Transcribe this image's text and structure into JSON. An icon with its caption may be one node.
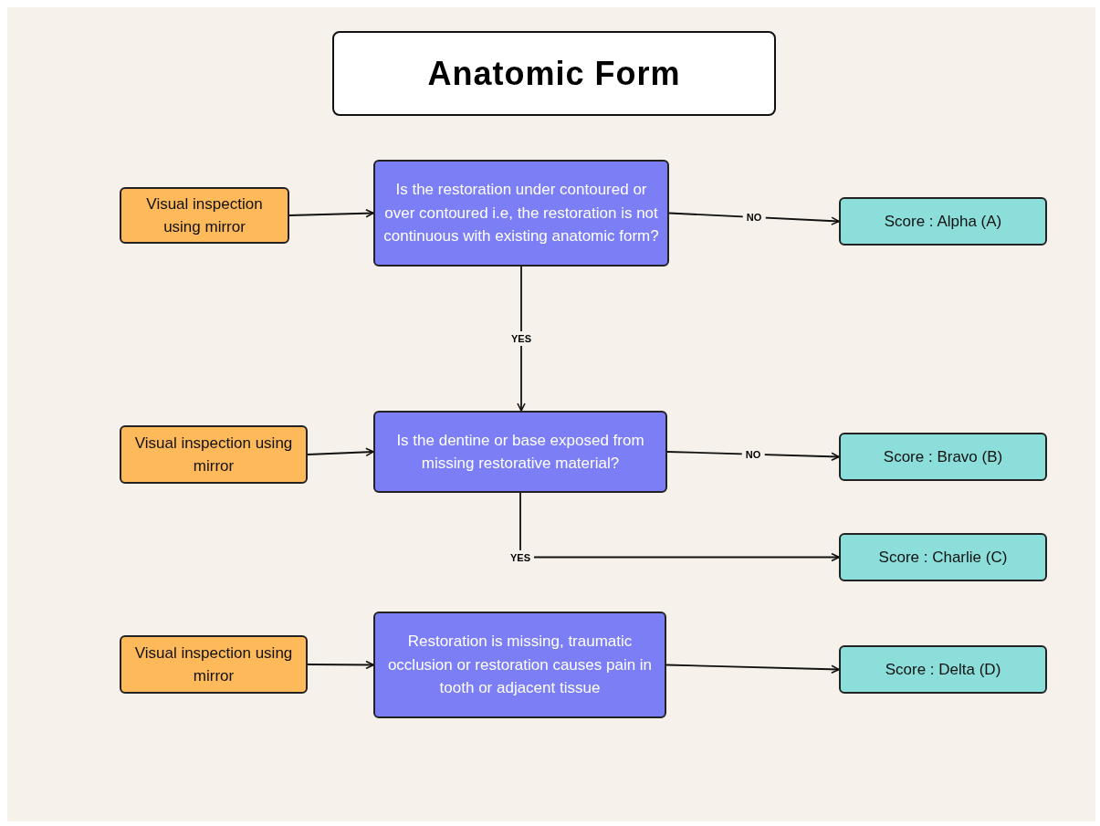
{
  "diagram": {
    "title": "Anatomic Form",
    "nodes": [
      {
        "text": [
          "Visual inspection using mirror"
        ]
      },
      {
        "text": [
          "Is the restoration under contoured or over contoured i.e, the restoration is not continuous with existing anatomic form?"
        ]
      },
      {
        "text": [
          "Score : Alpha (A)"
        ]
      },
      {
        "text": [
          "Visual inspection using mirror"
        ]
      },
      {
        "text": [
          "Is the dentine or base exposed from missing restorative material?"
        ]
      },
      {
        "text": [
          "Score : Bravo (B)"
        ]
      },
      {
        "text": [
          "Score : Charlie (C)"
        ]
      },
      {
        "text": [
          "Visual inspection using mirror"
        ]
      },
      {
        "text": [
          "Restoration is missing, traumatic occlusion or restoration causes pain in tooth or adjacent tissue"
        ]
      },
      {
        "text": [
          "Score : Delta (D)"
        ]
      }
    ],
    "edges": [
      {
        "from": 0,
        "to": 1,
        "arrow": "to"
      },
      {
        "from": 1,
        "to": 2,
        "arrow": "to",
        "label": "NO"
      },
      {
        "from": 1,
        "to": 4,
        "arrow": "to",
        "label": "YES"
      },
      {
        "from": 3,
        "to": 4,
        "arrow": "to"
      },
      {
        "from": 4,
        "to": 5,
        "arrow": "to",
        "label": "NO"
      },
      {
        "from": 4,
        "to": 6,
        "arrow": "to",
        "label": "YES"
      },
      {
        "from": 7,
        "to": 8,
        "arrow": "to"
      },
      {
        "from": 8,
        "to": 9,
        "arrow": "to"
      }
    ]
  }
}
